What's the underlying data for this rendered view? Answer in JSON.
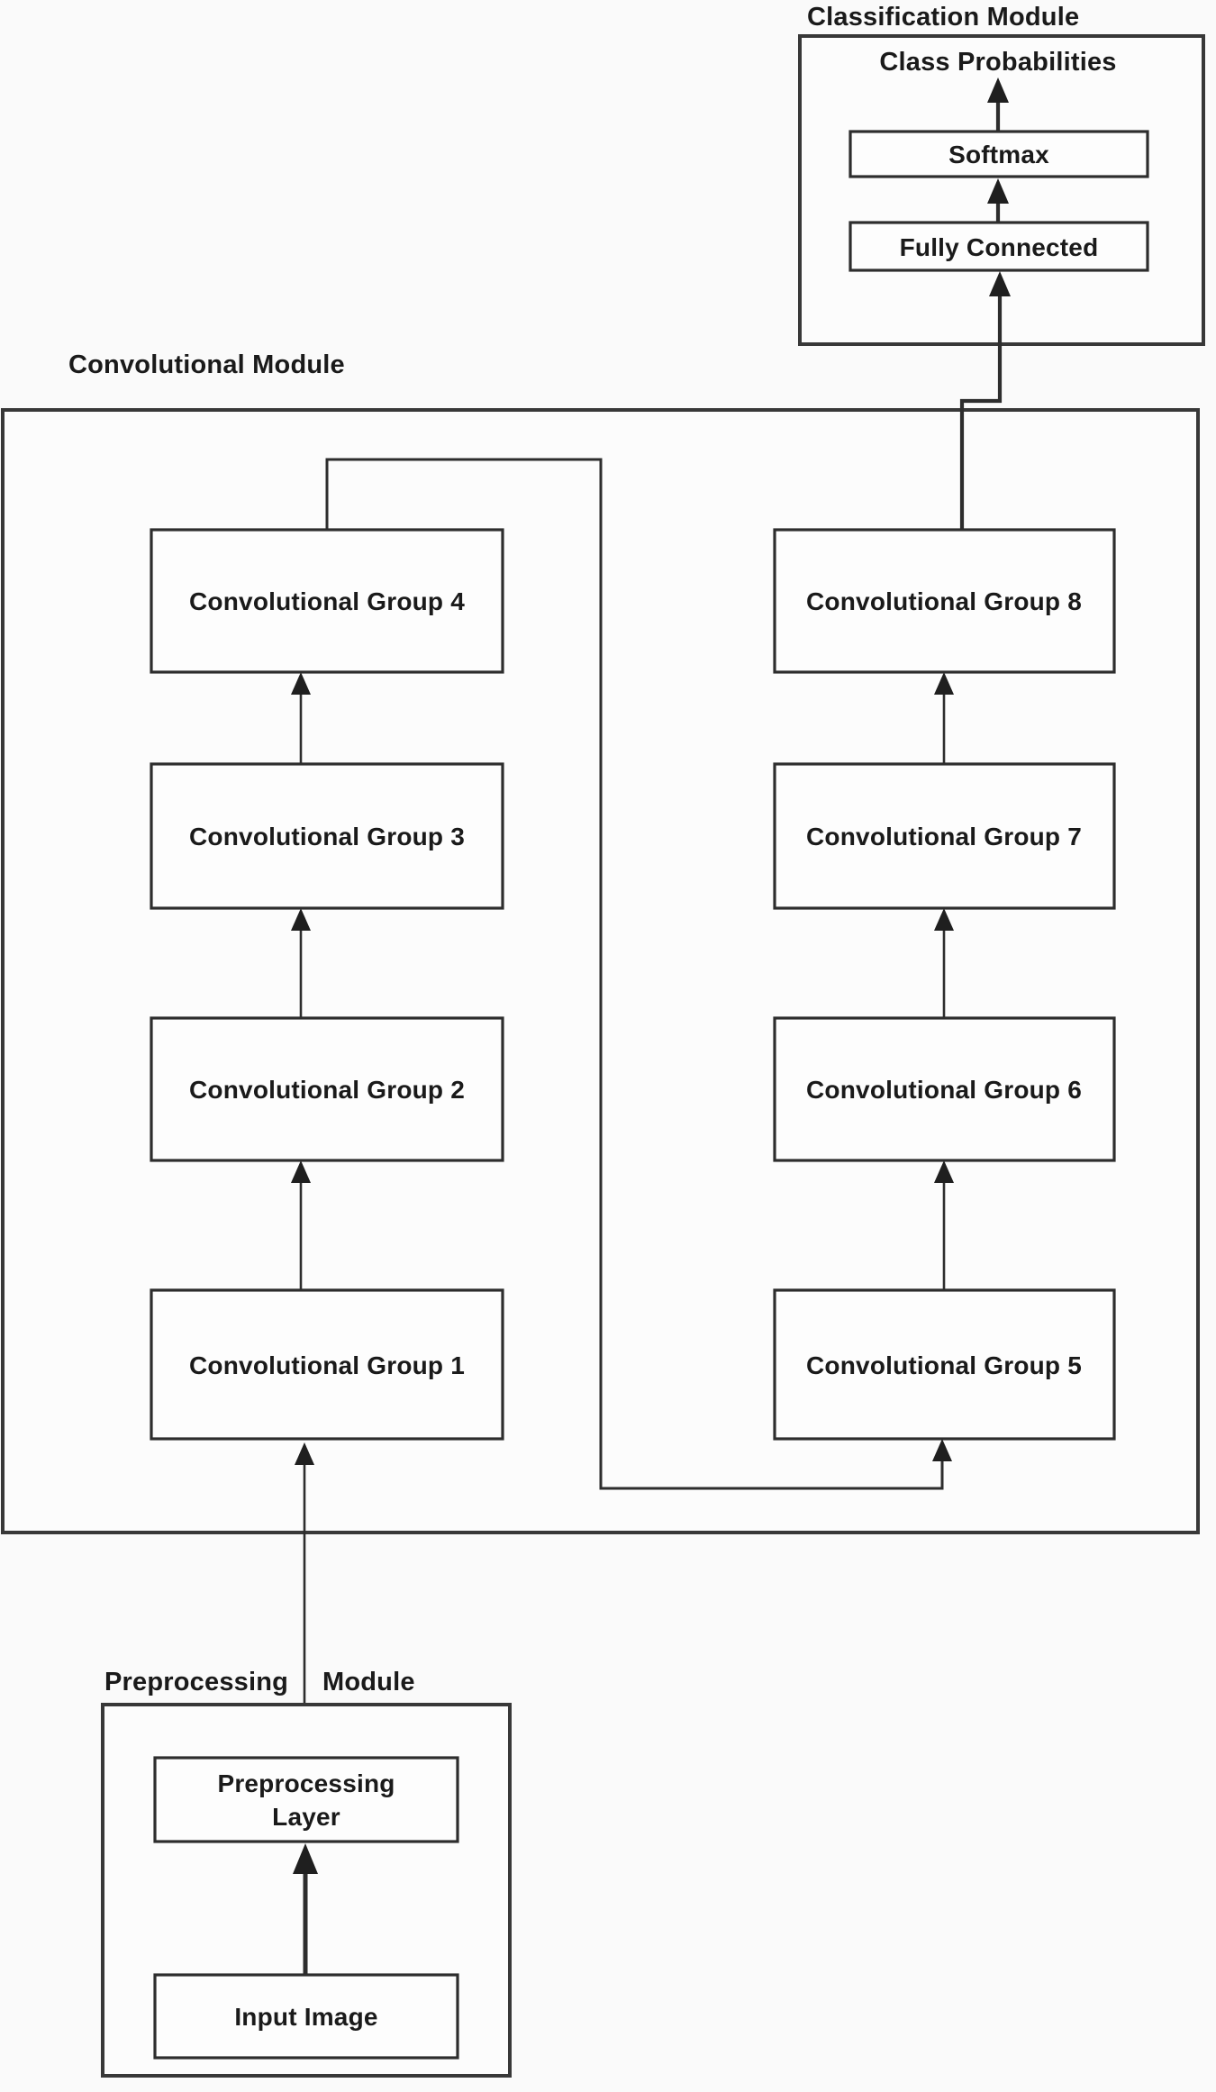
{
  "colors": {
    "background": "#fafafa",
    "ink": "#2d2d2d",
    "text": "#1a1a1a"
  },
  "modules": {
    "classification": {
      "title": "Classification Module",
      "output_label": "Class Probabilities",
      "softmax_label": "Softmax",
      "fully_connected_label": "Fully Connected"
    },
    "convolutional": {
      "title": "Convolutional Module",
      "groups": [
        "Convolutional Group 1",
        "Convolutional Group 2",
        "Convolutional Group 3",
        "Convolutional Group 4",
        "Convolutional Group 5",
        "Convolutional Group 6",
        "Convolutional Group 7",
        "Convolutional Group 8"
      ]
    },
    "preprocessing": {
      "title_words": [
        "Preprocessing",
        "Module"
      ],
      "layer_lines": [
        "Preprocessing",
        "Layer"
      ],
      "input_label": "Input Image"
    }
  }
}
